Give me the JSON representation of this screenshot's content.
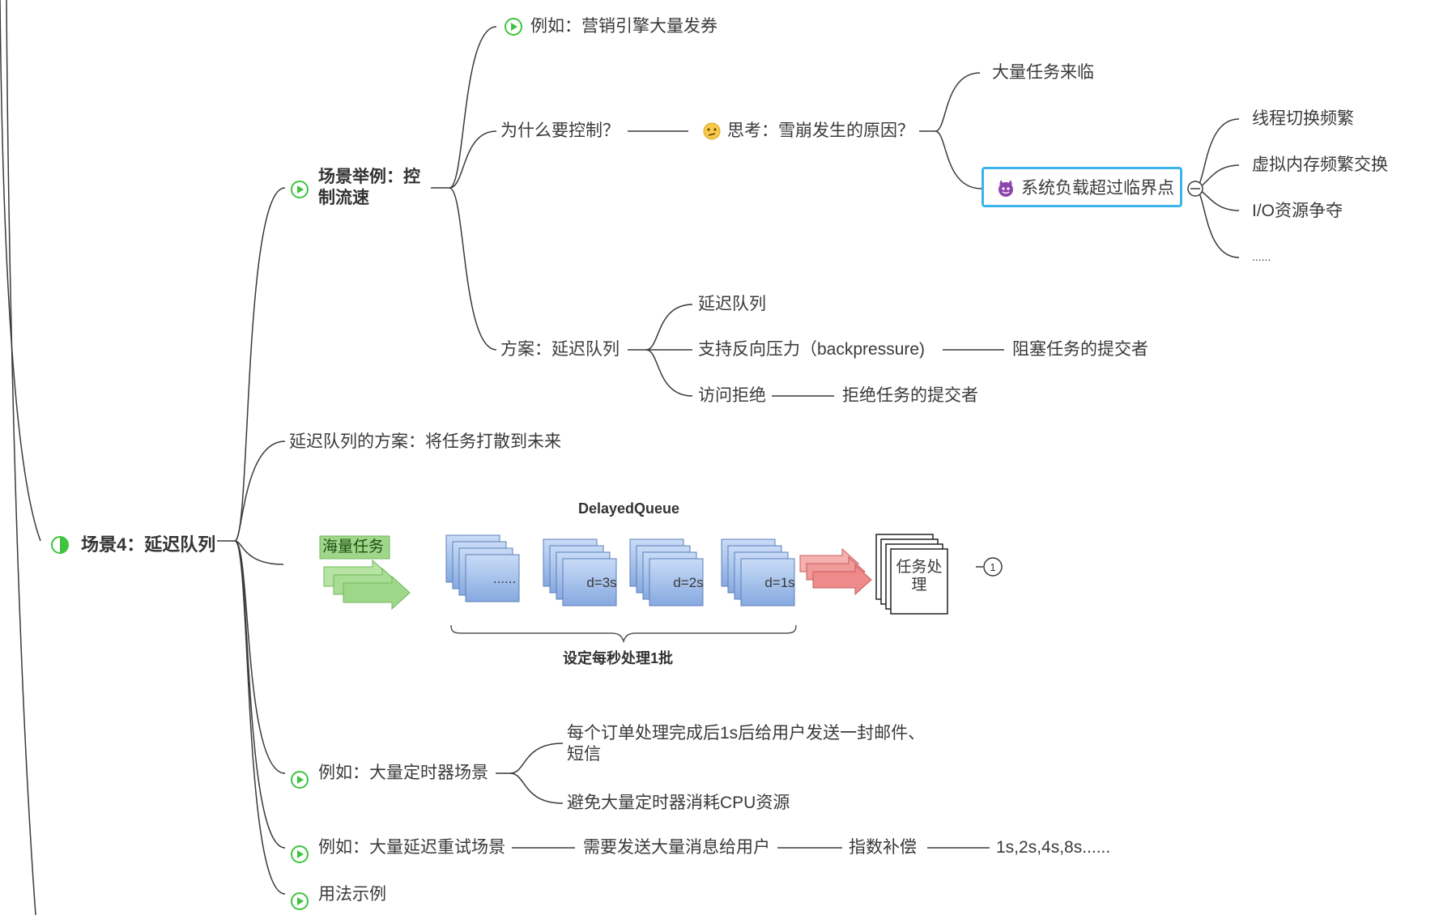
{
  "root": {
    "label": "场景4：延迟队列",
    "icon": "half-circle-progress-icon",
    "color": "#3ec43e"
  },
  "branches": {
    "control": {
      "label": "场景举例：控制流速",
      "example": "例如：营销引擎大量发券",
      "why": "为什么要控制？",
      "think": "思考：雪崩发生的原因？",
      "cause1": "大量任务来临",
      "cause2": "系统负载超过临界点",
      "effects": [
        "线程切换频繁",
        "虚拟内存频繁交换",
        "I/O资源争夺",
        "......"
      ],
      "plan": "方案：延迟队列",
      "plan_items": [
        "延迟队列",
        "支持反向压力（backpressure)",
        "访问拒绝"
      ],
      "backpressure_result": "阻塞任务的提交者",
      "reject_result": "拒绝任务的提交者"
    },
    "delay_plan_note": "延迟队列的方案：将任务打散到未来",
    "diagram": {
      "title": "DelayedQueue",
      "input_label": "海量任务",
      "stacks": [
        "......",
        "d=3s",
        "d=2s",
        "d=1s"
      ],
      "processor_label": "任务处理",
      "brace_label": "设定每秒处理1批",
      "marker": "1"
    },
    "timer": {
      "label": "例如：大量定时器场景",
      "items": [
        "每个订单处理完成后1s后给用户发送一封邮件、短信",
        "避免大量定时器消耗CPU资源"
      ]
    },
    "retry": {
      "label": "例如：大量延迟重试场景",
      "step1": "需要发送大量消息给用户",
      "step2": "指数补偿",
      "step3": "1s,2s,4s,8s......"
    },
    "usage": {
      "label": "用法示例"
    }
  },
  "colors": {
    "line": "#3a3a3a",
    "play_icon": "#3ec43e",
    "selection": "#3ab4ea",
    "queue_blue": "#8fb3e8",
    "input_green": "#9fd78a",
    "output_red": "#ee8a8a"
  }
}
